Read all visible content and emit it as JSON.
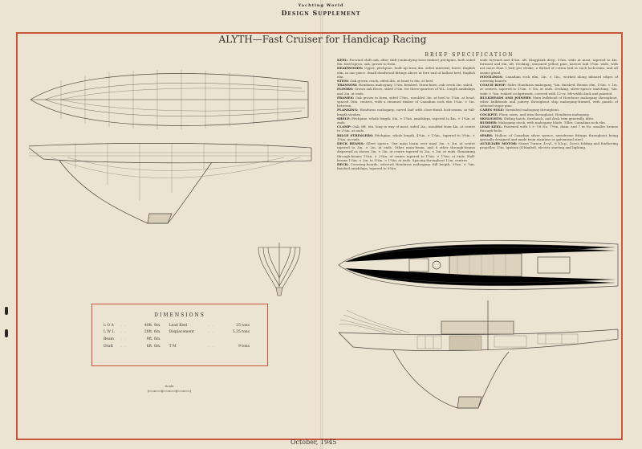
{
  "masthead": {
    "publication": "Yachting World",
    "supplement": "Design Supplement"
  },
  "title": "ALYTH—Fast Cruiser for Handicap Racing",
  "spec": {
    "heading": "BRIEF SPECIFICATION",
    "left_column": [
      {
        "term": "KEEL:",
        "text": "Forward shift oak, after shift (embodying horn-timber) pitchpine, both sided 8in. Keel-apron, oak, grown to form."
      },
      {
        "term": "DEADWOODS:",
        "text": "Upper, pitchpine, built up from 4in. sided material; lower, English elm, in one piece. Small deadwood fittings above at fore end of ballast keel, English elm."
      },
      {
        "term": "STEM:",
        "text": "Oak grown crook, sided 4in. at head to 8in. at heel."
      },
      {
        "term": "TRANSOM:",
        "text": "Honduras mahogany, 1¼in. finished. Stern-knee, oak crook 5in. sided."
      },
      {
        "term": "FLOORS:",
        "text": "Grown oak floors, sided 2¼in. for three-quarters of W.L. length amidships and 2in. at ends."
      },
      {
        "term": "FRAMES:",
        "text": "Oak grown to form, sided 1¾in., moulded 3in. at heel to 1¾in. at head, spaced 18in. centres, with a steamed timber of Canadian rock elm 1¼in. × 1in. between."
      },
      {
        "term": "PLANKING:",
        "text": "Honduras mahogany, carvel laid with close-finish lock-seams, in full-length strakes."
      },
      {
        "term": "SHELF:",
        "text": "Pitchpine, whole length, 6in. × 1¾in. amidships, tapered to 4in. × 1¼in. at ends."
      },
      {
        "term": "CLAMP:",
        "text": "Oak, 6ft. 6in. long in way of mast, sided 2in., moulded from 4in. at centre to 2¼in. at ends."
      },
      {
        "term": "BILGE STRINGERS:",
        "text": "Pitchpine, whole length, 4¼in. × 1¾in., tapered to 3½in. × 1¼in. at ends."
      },
      {
        "term": "DECK BEAMS:",
        "text": "Silver spruce. Our main beam over mast 3in. × 3in. at centre tapered to 3in. × 2in. at ends. Other main-beam, and 8 other through-beams dispersed as shown 3in. × 2in. at centre tapered to 2in. × 2in. at ends. Remaining through-beams 1¾in. × 2¼in. at centre tapered to 1¾in. × 1¾in. at ends. Half-beams 1¼in. × 2in. to 1¼in. × 1¼in. at ends. Spacing throughout 12in. centres."
      },
      {
        "term": "DECK:",
        "text": "Covering-boards, selected Honduras mahogany, full length, 5¼in. × ¾in. finished amidships, tapered to 3¼in."
      }
    ],
    "right_column": [
      {
        "term": "",
        "text": "wide forward and 4¼in. aft. Kingplank deep, 5¼in. wide at mast, tapered to 4in. forward and 6in. aft. Decking, seasoned yellow pine, narrow laid 1¾in. wide, with not more than 1 butt per strake, a thread of cotton laid in each lock-seam, and all seams glued."
      },
      {
        "term": "FOOTLINGS:",
        "text": "Canadian rock elm, 2in. × 1in., worked along inboard edges of covering boards."
      },
      {
        "term": "COACH ROOF:",
        "text": "Sides Honduras mahogany, ¾in. finished. Beams elm, 1¼in. × 1in. at centres, tapered to 1¼in. × 1in. at ends. Decking, silver-spruce matching, ¾in. wide × ¾in. teaked cockpitwork, covered with 12-oz. 8ft-width duck and painted."
      },
      {
        "term": "BULKHEADS AND JOINERY:",
        "text": "Main bulkhead of Honduras mahogany throughout, other bulkheads and joinery throughout ship mahogany-framed, with panels of selected sugar pine."
      },
      {
        "term": "CABIN SOLE:",
        "text": "Varnished mahogany throughout."
      },
      {
        "term": "COCKPIT:",
        "text": "Floor, seats, and trim throughout; Honduras mahogany."
      },
      {
        "term": "SKYLIGHTS:",
        "text": "Sliding hatch, forehatch, and deck trim generally, ditto."
      },
      {
        "term": "RUDDER:",
        "text": "Mahogany stock, with mahogany blade. Tiller, Canadian rock elm."
      },
      {
        "term": "LEAD KEEL:",
        "text": "Fastened with 5 × 7/8 No. 7½in. diam. and 7 in No. smaller bronze through-bolts."
      },
      {
        "term": "SPARS:",
        "text": "Hollow, of Canadian silver spruce, aerodrome fittings throughout being specially designed and made from stainless or galvanised steel."
      },
      {
        "term": "AUXILIARY MOTOR:",
        "text": "Stuart Turner, 4-cyl., 8 b.h.p., Dorco folding and feathering propeller, 15in. Ignition (4-bladed), electric starting and lighting."
      }
    ]
  },
  "dimensions": {
    "heading": "DIMENSIONS",
    "rows": [
      {
        "label": "L O A",
        "value": "40ft. 9in.",
        "label2": "Lead Keel",
        "value2": "25 tons"
      },
      {
        "label": "L W L",
        "value": "28ft. 6in.",
        "label2": "Displacement",
        "value2": "5.35 tons"
      },
      {
        "label": "Beam",
        "value": "9ft. 6in.",
        "label2": "",
        "value2": ""
      },
      {
        "label": "Draft",
        "value": "6ft. 0in.",
        "label2": "T M",
        "value2": "9 tons"
      }
    ]
  },
  "scale_label": "Scale",
  "date": "October, 1945",
  "colors": {
    "paper": "#ece4d2",
    "rule": "#c9553a",
    "ink": "#3a3631"
  }
}
